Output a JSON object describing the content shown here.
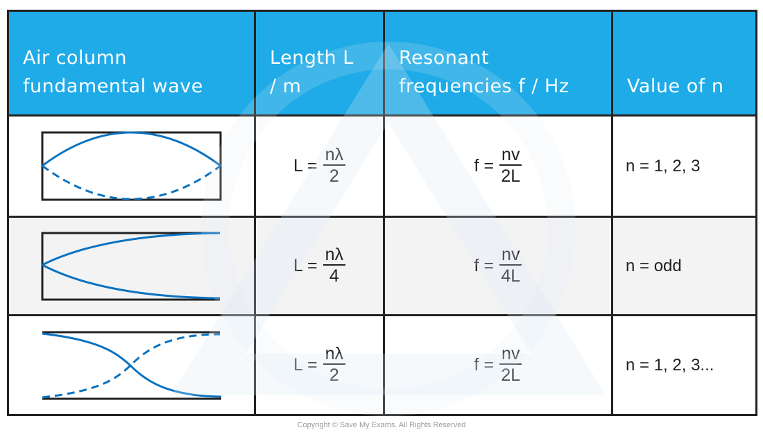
{
  "header": {
    "col1": [
      "Air column",
      "fundamental  wave"
    ],
    "col2": [
      "Length L",
      "/ m"
    ],
    "col3": [
      "Resonant",
      "frequencies f / Hz"
    ],
    "col4": [
      "Value of n"
    ]
  },
  "rows": [
    {
      "diagram": "open-open-pipe-fundamental",
      "length": {
        "lhs": "L =",
        "num": "nλ",
        "den": "2"
      },
      "frequency": {
        "lhs": "f =",
        "num": "nv",
        "den": "2L"
      },
      "n_value": "n = 1, 2, 3"
    },
    {
      "diagram": "closed-open-pipe-fundamental",
      "length": {
        "lhs": "L =",
        "num": "nλ",
        "den": "4"
      },
      "frequency": {
        "lhs": "f =",
        "num": "nv",
        "den": "4L"
      },
      "n_value": "n = odd"
    },
    {
      "diagram": "open-open-pipe-crossing-wave",
      "length": {
        "lhs": "L =",
        "num": "nλ",
        "den": "2"
      },
      "frequency": {
        "lhs": "f =",
        "num": "nv",
        "den": "2L"
      },
      "n_value": "n = 1, 2, 3..."
    }
  ],
  "colors": {
    "header_bg": "#1eabe7",
    "wave": "#0a72c0",
    "border": "#222222",
    "alt_row": "#f3f3f4"
  },
  "footer": {
    "copyright": "Copyright © Save My Exams. All Rights Reserved"
  }
}
